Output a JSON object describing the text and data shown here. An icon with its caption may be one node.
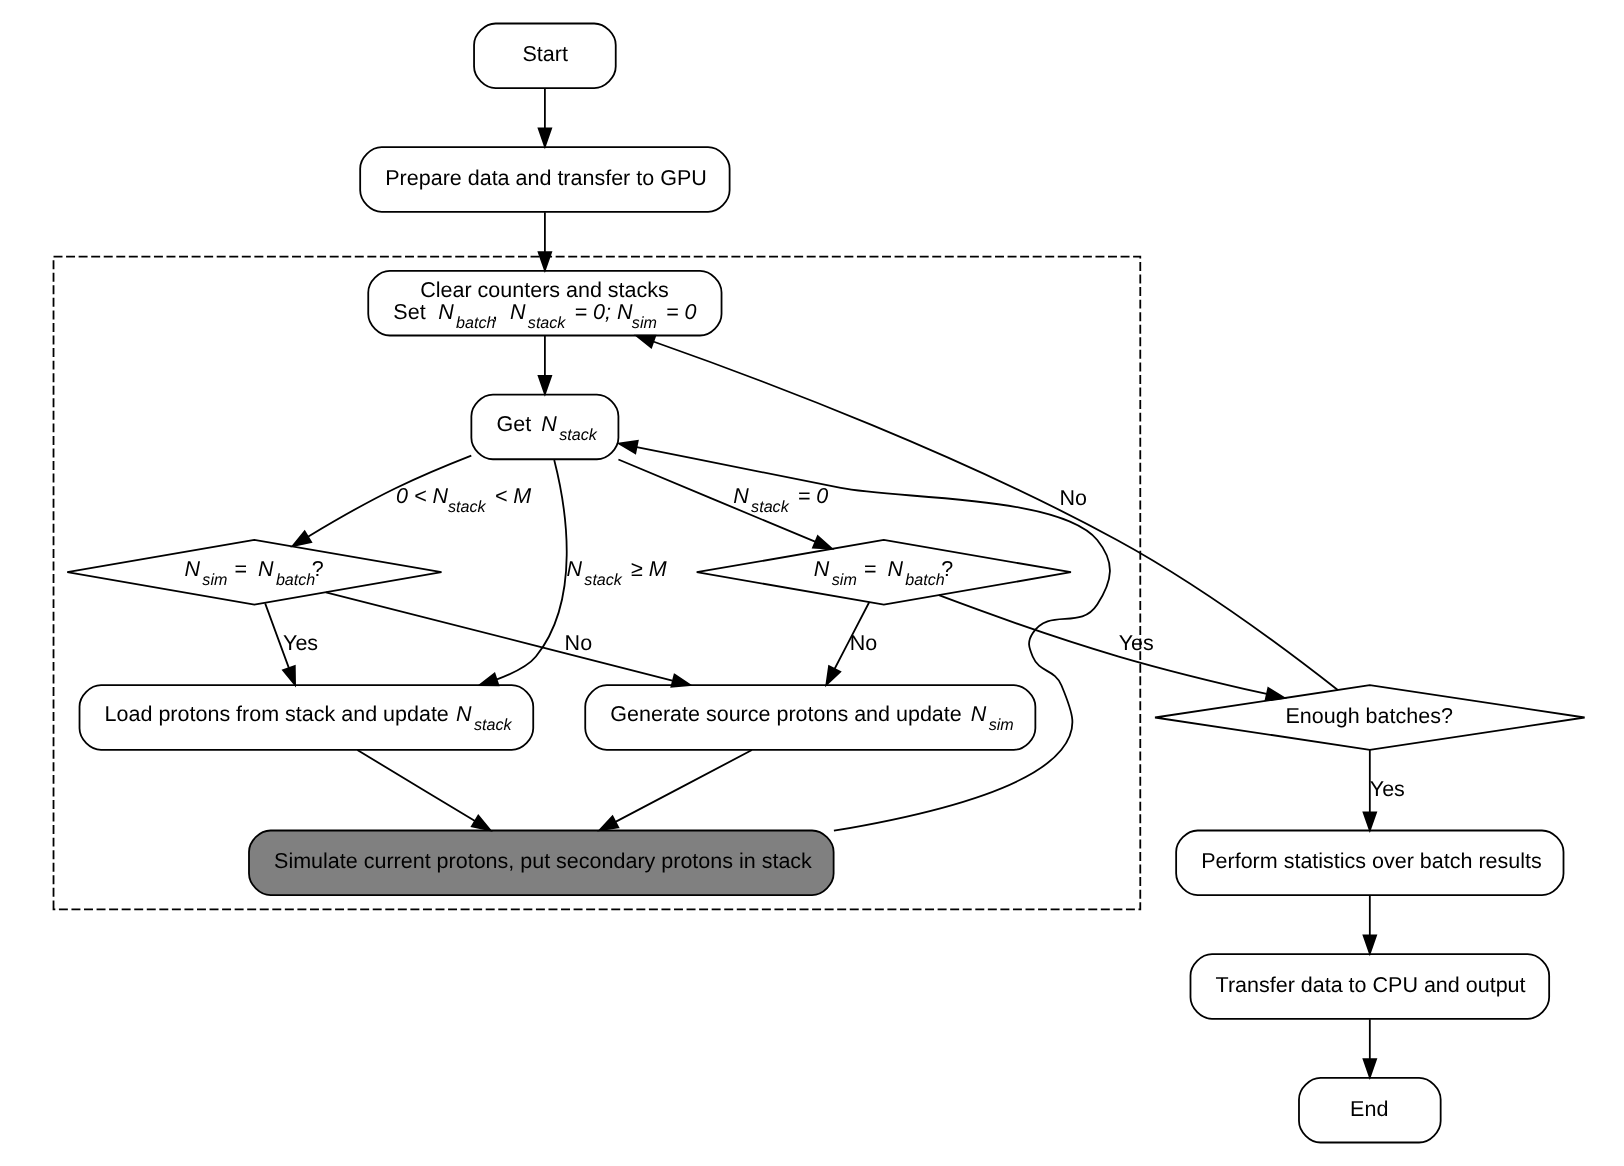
{
  "diagram": {
    "nodes": [
      {
        "text": [
          "Start"
        ]
      },
      {
        "text": [
          "Prepare data and transfer to GPU"
        ]
      },
      {
        "text": [
          "Enough batches?"
        ]
      },
      {
        "text": [
          "Perform statistics over batch results"
        ]
      },
      {
        "text": [
          "Transfer data to CPU and output"
        ]
      },
      {
        "text": [
          "End"
        ]
      },
      {
        "text": [],
        "shape": "box"
      },
      {
        "text": [
          "Clear counters and stacks",
          "Set *N*$_{batch}$, *N*$_{stack}$ *= 0; N*$_{sim}$ *= 0*"
        ],
        "in": 6
      },
      {
        "text": [
          "Get *N*$_{stack}$"
        ],
        "in": 6
      },
      {
        "text": [
          "*N*$_{sim}$ = *N*$_{batch}$?"
        ],
        "in": 6
      },
      {
        "text": [
          "*N*$_{sim}$ = *N*$_{batch}$?"
        ],
        "in": 6
      },
      {
        "text": [
          "Generate source protons and update *N*$_{sim}$"
        ],
        "in": 6
      },
      {
        "text": [
          "Load protons from stack and update *N*$_{stack}$"
        ],
        "in": 6
      },
      {
        "text": [
          "Simulate current protons, put secondary protons in stack"
        ],
        "in": 6
      }
    ],
    "edges": [
      {
        "from": 0,
        "to": 1,
        "arrow": "to"
      },
      {
        "from": 1,
        "to": 7,
        "arrow": "to"
      },
      {
        "from": 7,
        "to": 8,
        "arrow": "to"
      },
      {
        "from": 8,
        "to": 9,
        "arrow": "to",
        "label": "*N*$_{stack}$ *= 0*"
      },
      {
        "from": 8,
        "to": 10,
        "arrow": "to",
        "label": "*0 < N*$_{stack}$ *< M*"
      },
      {
        "from": 8,
        "to": 12,
        "arrow": "to",
        "label": "*N*$_{stack}$ *≥ M*"
      },
      {
        "from": 9,
        "to": 2,
        "arrow": "to",
        "label": "Yes"
      },
      {
        "from": 2,
        "to": 7,
        "arrow": "to",
        "label": "No"
      },
      {
        "from": 2,
        "to": 3,
        "arrow": "to",
        "label": "Yes"
      },
      {
        "from": 3,
        "to": 4,
        "arrow": "to"
      },
      {
        "from": 4,
        "to": 5,
        "arrow": "to"
      },
      {
        "from": 9,
        "to": 11,
        "arrow": "to",
        "label": "No"
      },
      {
        "from": 10,
        "to": 11,
        "arrow": "to",
        "label": "No"
      },
      {
        "from": 10,
        "to": 12,
        "arrow": "to",
        "label": "Yes"
      },
      {
        "from": 11,
        "to": 13,
        "arrow": "to"
      },
      {
        "from": 12,
        "to": 13,
        "arrow": "to"
      },
      {
        "from": 13,
        "to": 8,
        "arrow": "to"
      }
    ]
  }
}
